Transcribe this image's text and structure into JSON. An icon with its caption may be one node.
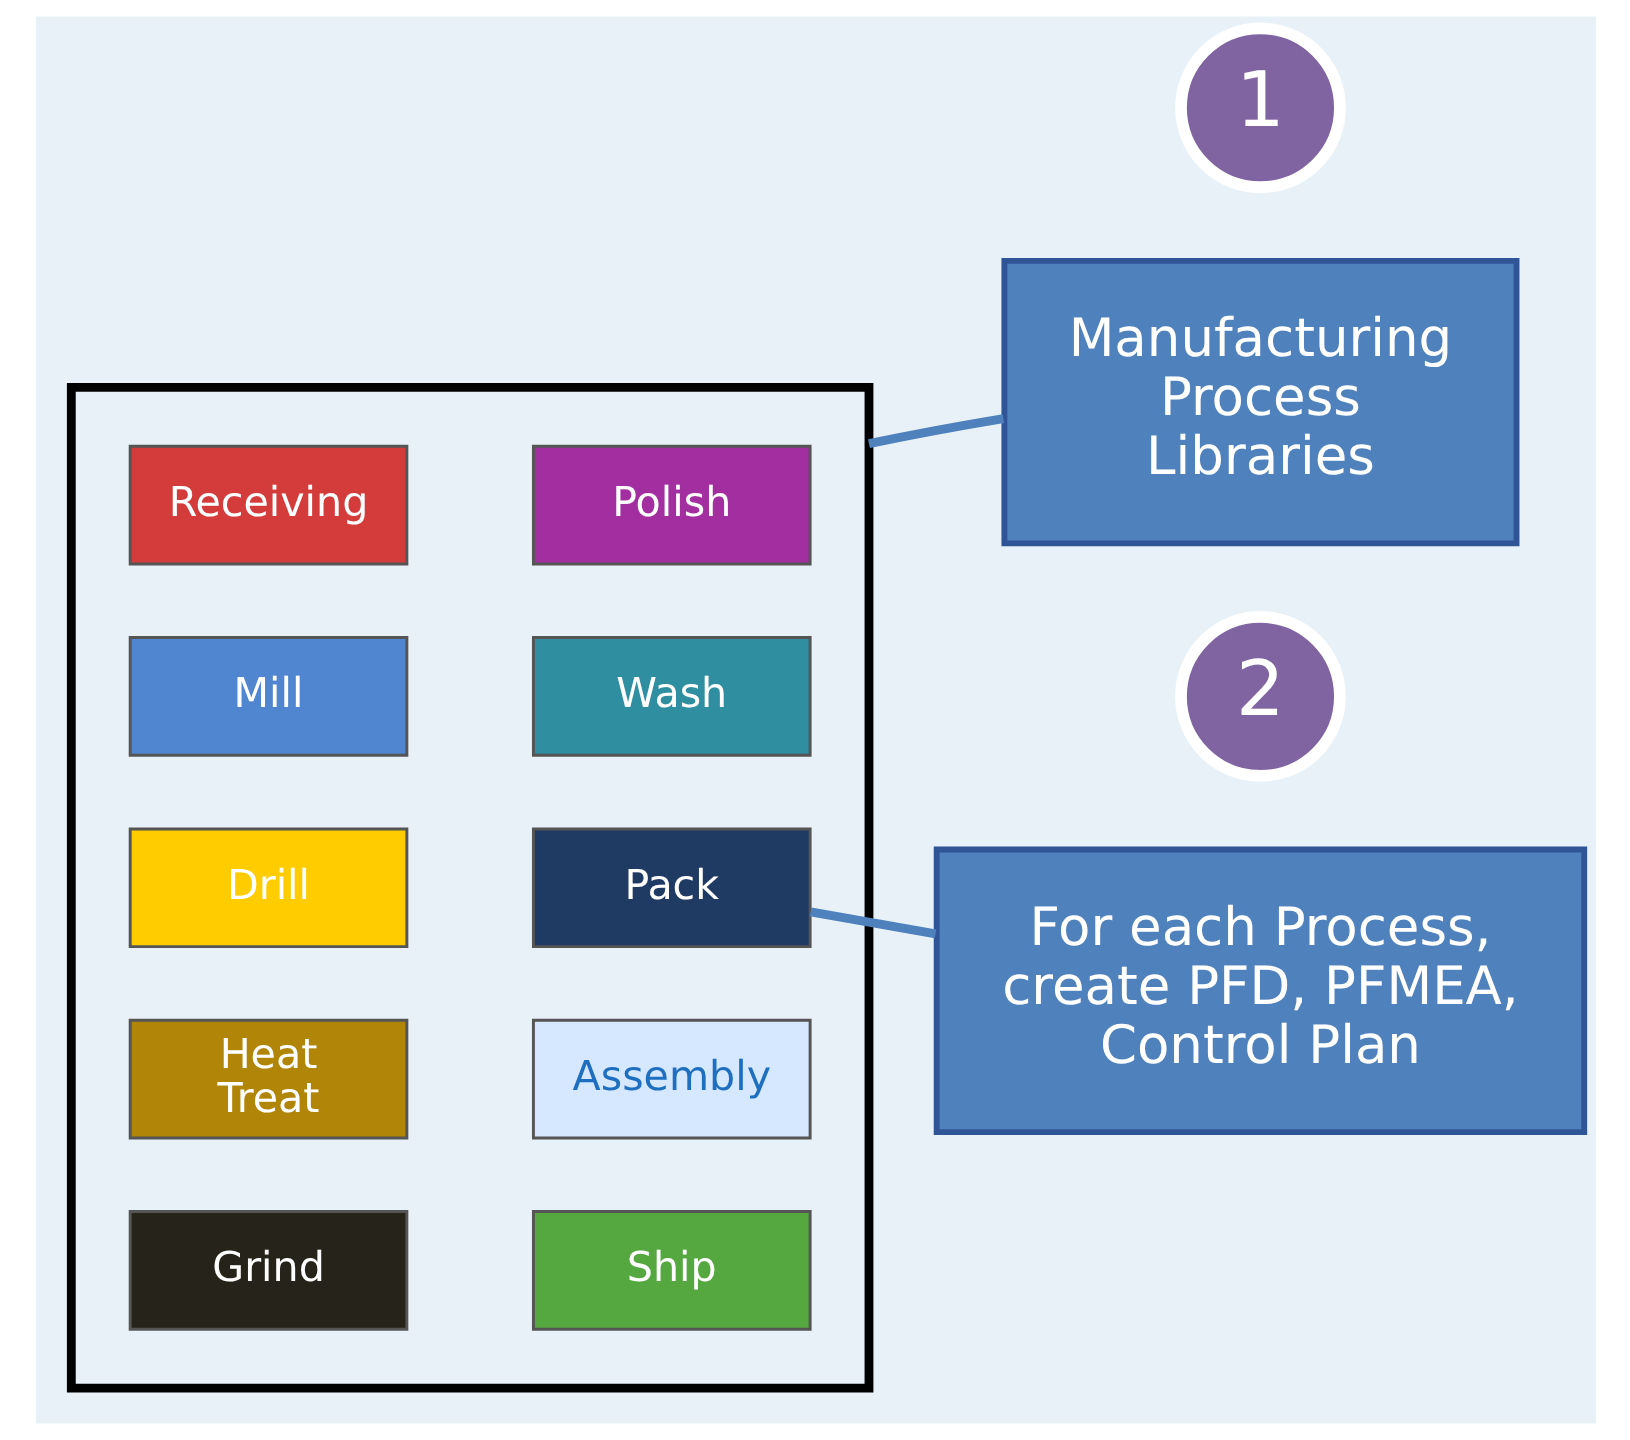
{
  "diagram": {
    "nodes": [
      {
        "text": [],
        "shape": "box"
      },
      {
        "text": [
          "Receiving"
        ],
        "in": 0
      },
      {
        "text": [
          "Polish"
        ],
        "in": 0
      },
      {
        "text": [
          "Mill"
        ],
        "in": 0
      },
      {
        "text": [
          "Wash"
        ],
        "in": 0
      },
      {
        "text": [
          "Drill"
        ],
        "in": 0
      },
      {
        "text": [
          "Pack"
        ],
        "in": 0
      },
      {
        "text": [
          "Heat Treat"
        ],
        "in": 0
      },
      {
        "text": [
          "Assembly"
        ],
        "in": 0
      },
      {
        "text": [
          "Grind"
        ],
        "in": 0
      },
      {
        "text": [
          "Ship"
        ],
        "in": 0
      },
      {
        "text": [
          "1"
        ]
      },
      {
        "text": [
          "Manufacturing Process Libraries"
        ]
      },
      {
        "text": [
          "2"
        ]
      },
      {
        "text": [
          "For each Process, create PFD, PFMEA, Control Plan"
        ]
      }
    ],
    "edges": [
      {
        "from": 12,
        "to": 0,
        "arrow": "none"
      },
      {
        "from": 14,
        "to": 6,
        "arrow": "none"
      }
    ]
  }
}
